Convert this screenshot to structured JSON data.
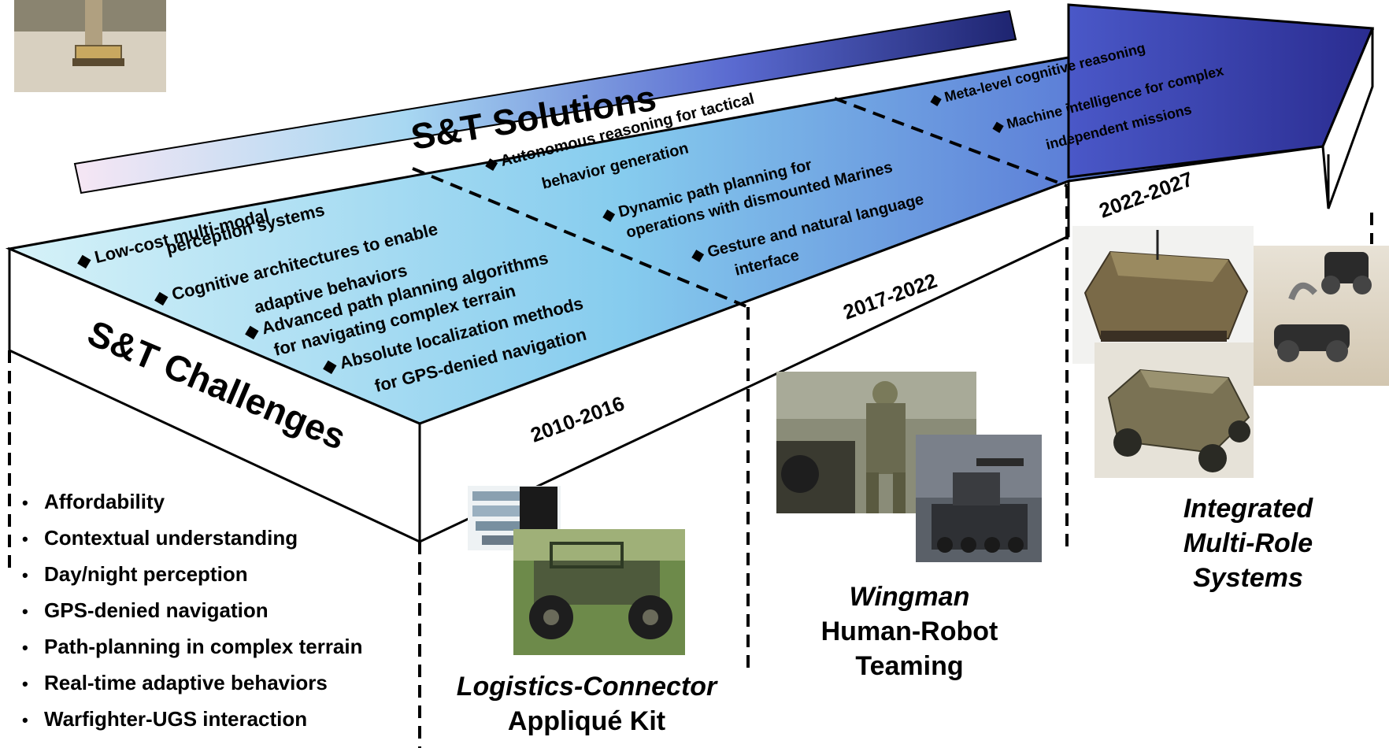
{
  "solutions_title": "S&T Solutions",
  "challenges_title": "S&T Challenges",
  "periods": [
    "2010-2016",
    "2017-2022",
    "2022-2027"
  ],
  "solutions": {
    "phase1": [
      [
        "Low-cost multi-modal",
        "perception systems"
      ],
      [
        "Cognitive architectures to enable",
        "adaptive behaviors"
      ],
      [
        "Advanced path planning algorithms",
        "for navigating complex terrain"
      ],
      [
        "Absolute localization methods",
        "for  GPS-denied navigation"
      ]
    ],
    "phase2": [
      [
        "Autonomous reasoning for tactical",
        "behavior generation"
      ],
      [
        "Dynamic path planning for",
        "operations with dismounted Marines"
      ],
      [
        "Gesture and natural language",
        "interface"
      ]
    ],
    "phase3": [
      [
        "Meta-level cognitive reasoning"
      ],
      [
        "Machine intelligence for complex",
        "independent missions"
      ]
    ]
  },
  "challenges": [
    "Affordability",
    "Contextual understanding",
    "Day/night perception",
    "GPS-denied navigation",
    "Path-planning in complex terrain",
    "Real-time adaptive behaviors",
    "Warfighter-UGS interaction"
  ],
  "captions": {
    "logistics": {
      "italic": "Logistics-Connector",
      "regular": "Appliqué Kit"
    },
    "wingman": {
      "italic": "Wingman",
      "regular1": "Human-Robot",
      "regular2": "Teaming"
    },
    "integrated": {
      "line1": "Integrated",
      "line2": "Multi-Role",
      "line3": "Systems"
    }
  },
  "colors": {
    "arrow_light": "#f0dff0",
    "arrow_dark": "#1e2470",
    "top_face_light": "#c8eef8",
    "top_face_mid": "#7fc4ec",
    "top_face_dark": "#4e58c4",
    "text": "#000000"
  },
  "icons": [
    "robot-photo",
    "utility-vehicle-photo",
    "electronics-kit-photo",
    "soldier-photo",
    "armed-robot-photo",
    "tank-ugv-photo",
    "small-robots-photo",
    "concept-vehicle-photo"
  ]
}
